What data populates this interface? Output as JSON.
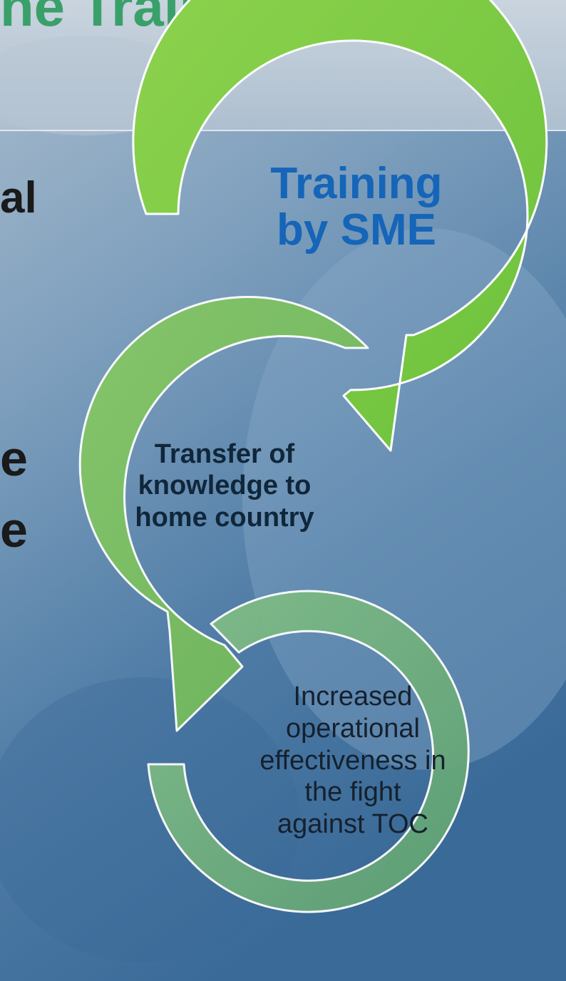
{
  "slide": {
    "title_fragment": "he Trainer",
    "left_fragments": [
      "al",
      "e",
      "e"
    ]
  },
  "cycle": {
    "steps": [
      {
        "lines": [
          "Training",
          "by SME"
        ]
      },
      {
        "lines": [
          "Transfer of",
          "knowledge to",
          "home country"
        ]
      },
      {
        "lines": [
          "Increased",
          "operational",
          "effectiveness in",
          "the fight",
          "against TOC"
        ]
      }
    ]
  },
  "colors": {
    "bright_green": "#7fcb4a",
    "mid_green": "#7bbd66",
    "soft_green": "#6fae78",
    "title_green": "#3aa06a",
    "label_blue": "#1565b8"
  }
}
